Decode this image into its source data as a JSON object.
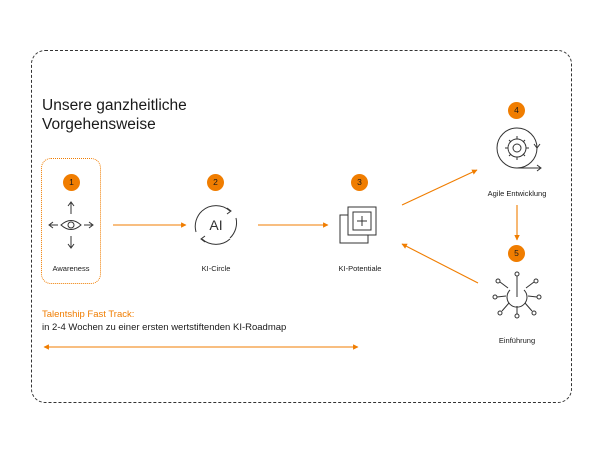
{
  "title": {
    "line1": "Unsere ganzheitliche",
    "line2": "Vorgehensweise"
  },
  "steps": [
    {
      "number": "1",
      "label": "Awareness",
      "icon": "eye-arrows-icon"
    },
    {
      "number": "2",
      "label": "KI-Circle",
      "icon": "ai-circle-icon",
      "icon_text": "AI"
    },
    {
      "number": "3",
      "label": "KI-Potentiale",
      "icon": "layered-squares-plus-icon"
    },
    {
      "number": "4",
      "label": "Agile Entwicklung",
      "icon": "gear-cycle-icon"
    },
    {
      "number": "5",
      "label": "Einführung",
      "icon": "power-network-icon"
    }
  ],
  "fast_track": {
    "title": "Talentship Fast Track:",
    "subtitle": "in 2-4 Wochen zu einer ersten wertstiftenden KI-Roadmap"
  },
  "colors": {
    "accent": "#f07d00",
    "text": "#1a1a1a",
    "line": "#333333"
  }
}
